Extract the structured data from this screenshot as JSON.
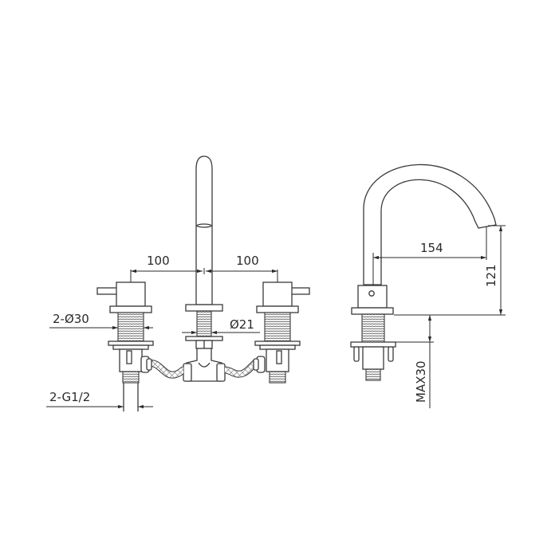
{
  "drawing": {
    "title": "3-hole basin mixer technical drawing",
    "views": [
      "front-view",
      "side-view"
    ],
    "dimensions": {
      "handle_spacing_left": "100",
      "handle_spacing_right": "100",
      "handle_body_diameter": "2-Ø30",
      "spout_body_diameter": "Ø21",
      "inlet_thread": "2-G1/2",
      "spout_reach": "154",
      "spout_height": "121",
      "max_deck_thickness": "MAX30"
    }
  }
}
